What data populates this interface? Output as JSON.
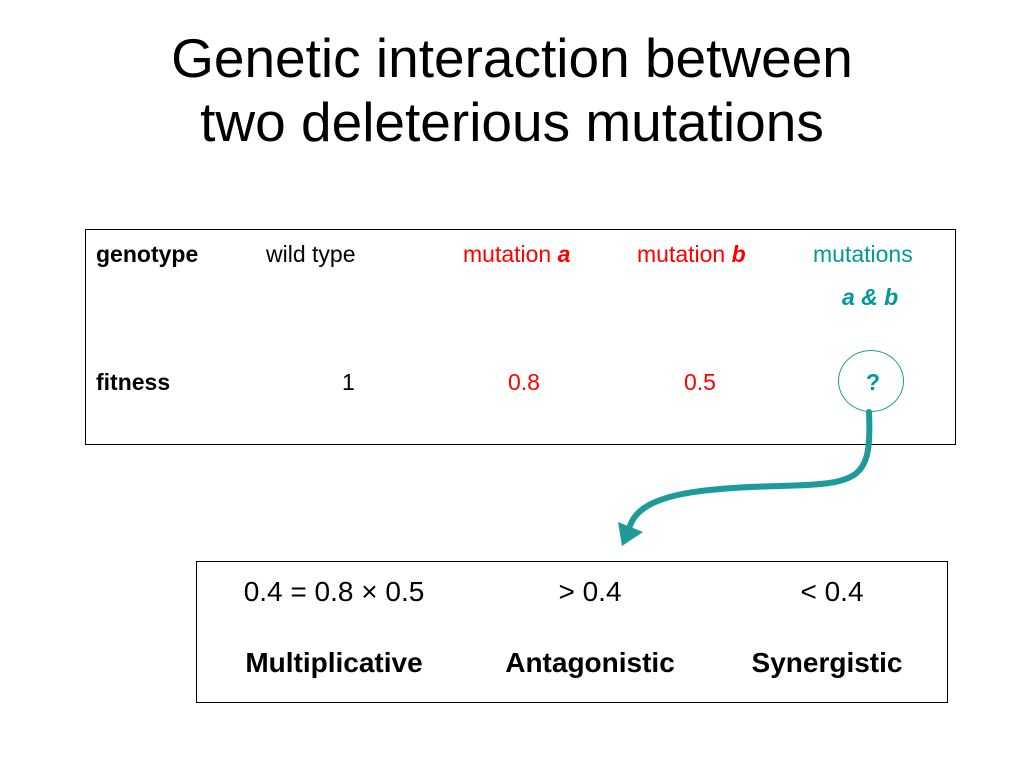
{
  "slide": {
    "title_line1": "Genetic interaction between",
    "title_line2": "two deleterious mutations"
  },
  "genotype_table": {
    "row1_label": "genotype",
    "wild_type": "wild type",
    "mutation_a_prefix": "mutation ",
    "mutation_a_letter": "a",
    "mutation_b_prefix": "mutation ",
    "mutation_b_letter": "b",
    "mutations_ab_line1": "mutations",
    "mutations_ab_line2": "a & b",
    "row2_label": "fitness",
    "fitness_wild": "1",
    "fitness_a": "0.8",
    "fitness_b": "0.5",
    "fitness_ab": "?"
  },
  "interpretation": {
    "col1_expr": "0.4 = 0.8 × 0.5",
    "col2_expr": "> 0.4",
    "col3_expr": "< 0.4",
    "col1_name": "Multiplicative",
    "col2_name": "Antagonistic",
    "col3_name": "Synergistic"
  },
  "colors": {
    "mutation": "#ff0000",
    "double_mutant": "#009999",
    "arrow": "#1e9a9a"
  }
}
